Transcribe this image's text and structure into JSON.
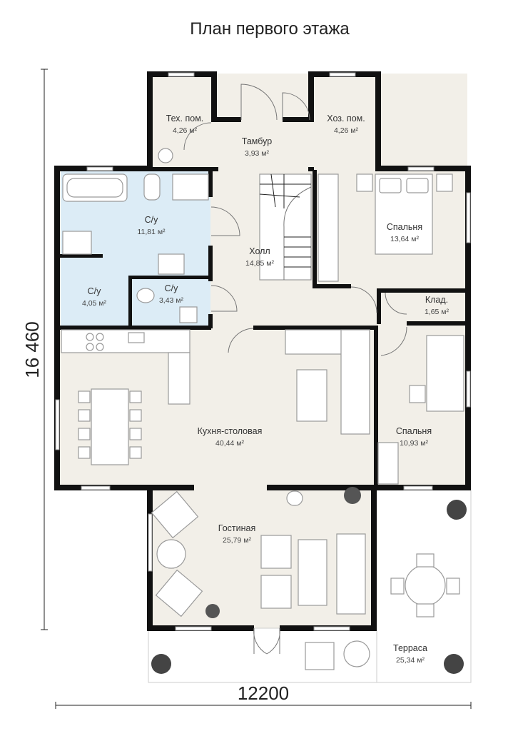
{
  "title": "План первого этажа",
  "dimensions": {
    "width": "12200",
    "height": "16 460"
  },
  "rooms": [
    {
      "id": "tech",
      "name": "Тех. пом.",
      "area": "4,26 м²"
    },
    {
      "id": "tambur",
      "name": "Тамбур",
      "area": "3,93 м²"
    },
    {
      "id": "hoz",
      "name": "Хоз. пом.",
      "area": "4,26 м²"
    },
    {
      "id": "wc1",
      "name": "С/у",
      "area": "11,81 м²"
    },
    {
      "id": "hall",
      "name": "Холл",
      "area": "14,85 м²"
    },
    {
      "id": "bed1",
      "name": "Спальня",
      "area": "13,64 м²"
    },
    {
      "id": "wc2",
      "name": "С/у",
      "area": "4,05 м²"
    },
    {
      "id": "wc3",
      "name": "С/у",
      "area": "3,43 м²"
    },
    {
      "id": "klad",
      "name": "Клад.",
      "area": "1,65 м²"
    },
    {
      "id": "kitchen",
      "name": "Кухня-столовая",
      "area": "40,44 м²"
    },
    {
      "id": "bed2",
      "name": "Спальня",
      "area": "10,93 м²"
    },
    {
      "id": "living",
      "name": "Гостиная",
      "area": "25,79 м²"
    },
    {
      "id": "terrace",
      "name": "Терраса",
      "area": "25,34 м²"
    }
  ]
}
